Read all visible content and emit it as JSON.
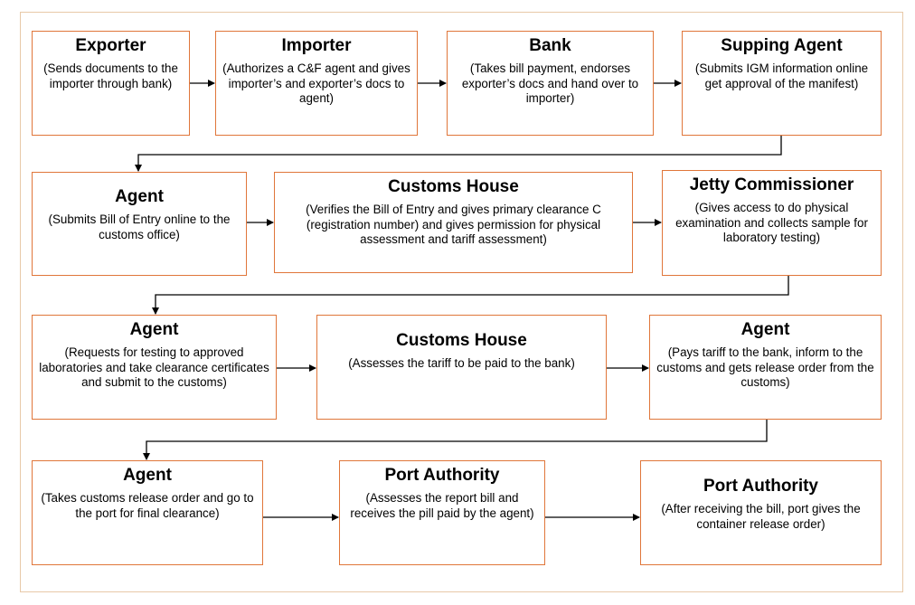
{
  "steps": [
    {
      "title": "Exporter",
      "desc": "(Sends documents to the importer through bank)"
    },
    {
      "title": "Importer",
      "desc": "(Authorizes a C&F agent and gives importer’s and exporter’s docs to agent)"
    },
    {
      "title": "Bank",
      "desc": "(Takes bill payment, endorses exporter’s docs and hand over to importer)"
    },
    {
      "title": "Supping Agent",
      "desc": "(Submits IGM information online get approval of the manifest)"
    },
    {
      "title": "Agent",
      "desc": "(Submits Bill of Entry online to the customs office)"
    },
    {
      "title": "Customs House",
      "desc": "(Verifies the Bill of Entry and gives primary clearance C (registration number) and gives permission for physical assessment and tariff assessment)"
    },
    {
      "title": "Jetty Commissioner",
      "desc": "(Gives access to do physical examination and collects sample for laboratory testing)"
    },
    {
      "title": "Agent",
      "desc": "(Requests for testing to approved laboratories and take clearance certificates and submit to the customs)"
    },
    {
      "title": "Customs House",
      "desc": "(Assesses the tariff to be paid to the bank)"
    },
    {
      "title": "Agent",
      "desc": "(Pays tariff to the bank, inform to the customs and gets release order from the customs)"
    },
    {
      "title": "Agent",
      "desc": "(Takes customs release order and go to the port for final clearance)"
    },
    {
      "title": "Port Authority",
      "desc": "(Assesses the report bill and receives the pill paid by the agent)"
    },
    {
      "title": "Port Authority",
      "desc": "(After receiving the bill, port gives the container release order)"
    }
  ],
  "colors": {
    "box_border": "#e0763a",
    "frame_border": "#e8c9a8",
    "arrow": "#000000"
  }
}
